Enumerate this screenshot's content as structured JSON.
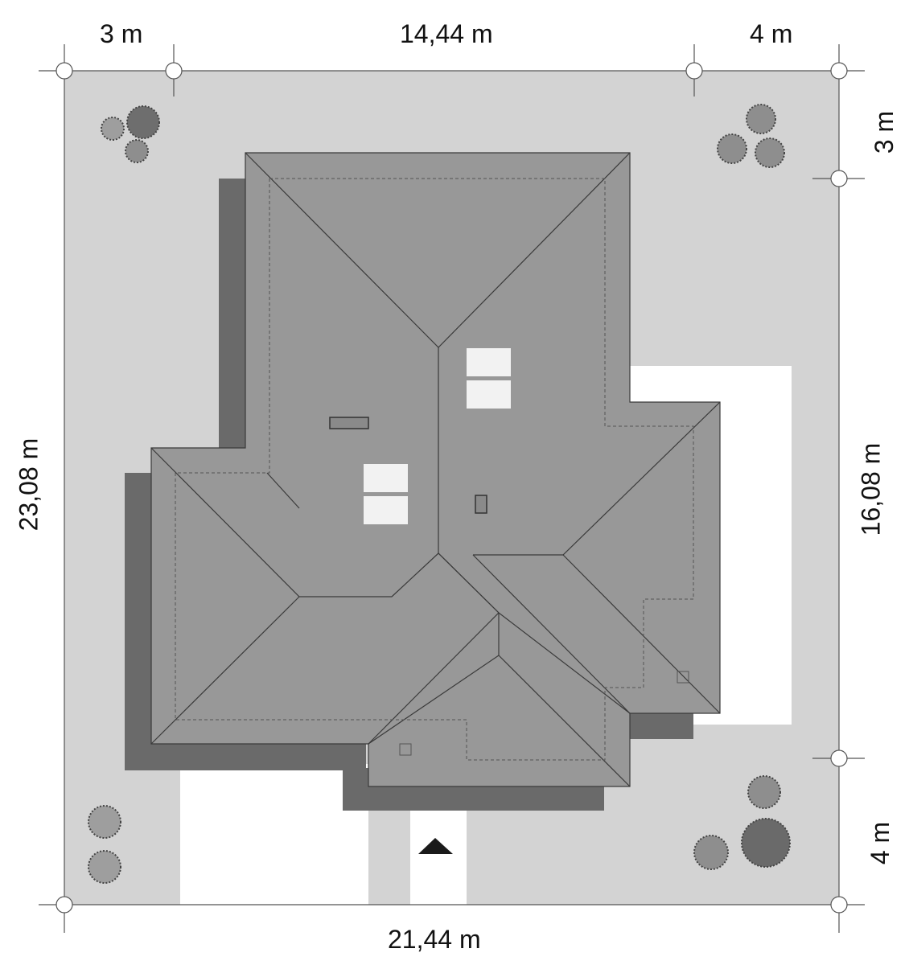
{
  "dimensions": {
    "top_left_setback": "3 m",
    "top_width": "14,44 m",
    "top_right_setback": "4 m",
    "bottom_total_width": "21,44 m",
    "left_total_depth": "23,08 m",
    "right_top_setback": "3 m",
    "right_depth": "16,08 m",
    "right_bottom_setback": "4 m"
  },
  "colors": {
    "plot": "#d3d3d3",
    "roof": "#989898",
    "roof_shadow": "#6a6a6a",
    "skylight": "#f2f2f2",
    "paving": "#ffffff",
    "ridge_lines": "#3a3a3a"
  },
  "icons": {
    "entrance_marker": "north-entrance-triangle-icon",
    "trees": "tree-icon"
  }
}
